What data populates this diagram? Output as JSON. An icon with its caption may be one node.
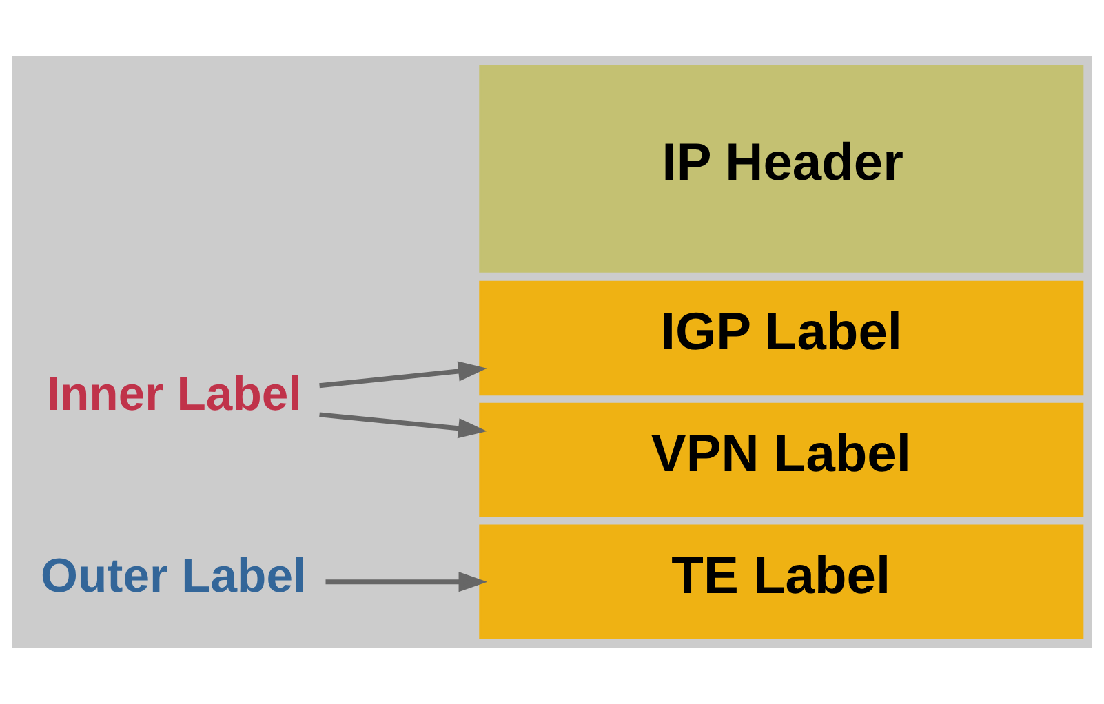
{
  "diagram": {
    "nodes": [
      {
        "text": [
          "Outer Label"
        ]
      },
      {
        "text": [
          "Inner Label"
        ]
      },
      {
        "text": [
          "TE Label"
        ]
      },
      {
        "text": [
          "IGP Label"
        ]
      },
      {
        "text": [
          "VPN Label"
        ]
      },
      {
        "text": [
          "IP Header"
        ]
      }
    ],
    "edges": [
      {
        "from": 0,
        "to": 2,
        "arrow": "to"
      },
      {
        "from": 1,
        "to": 3,
        "arrow": "to"
      },
      {
        "from": 1,
        "to": 4,
        "arrow": "to"
      }
    ]
  }
}
